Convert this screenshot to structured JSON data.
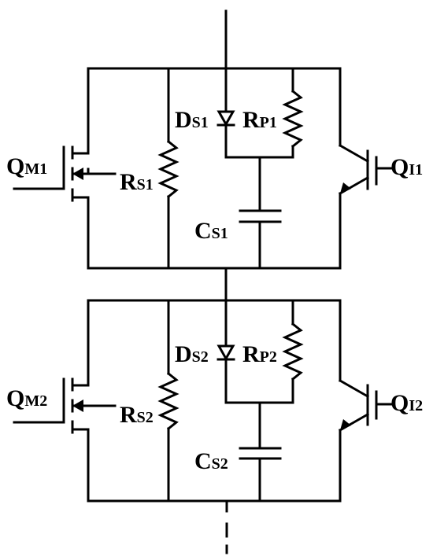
{
  "stage1": {
    "mosfet": {
      "letter": "Q",
      "sub": "M1"
    },
    "resistor_series": {
      "letter": "R",
      "sub": "S1"
    },
    "diode": {
      "letter": "D",
      "sub": "S1"
    },
    "resistor_parallel": {
      "letter": "R",
      "sub": "P1"
    },
    "capacitor": {
      "letter": "C",
      "sub": "S1"
    },
    "igbt": {
      "letter": "Q",
      "sub": "I1"
    }
  },
  "stage2": {
    "mosfet": {
      "letter": "Q",
      "sub": "M2"
    },
    "resistor_series": {
      "letter": "R",
      "sub": "S2"
    },
    "diode": {
      "letter": "D",
      "sub": "S2"
    },
    "resistor_parallel": {
      "letter": "R",
      "sub": "P2"
    },
    "capacitor": {
      "letter": "C",
      "sub": "S2"
    },
    "igbt": {
      "letter": "Q",
      "sub": "I2"
    }
  },
  "colors": {
    "wire": "#000000",
    "background": "#ffffff"
  }
}
